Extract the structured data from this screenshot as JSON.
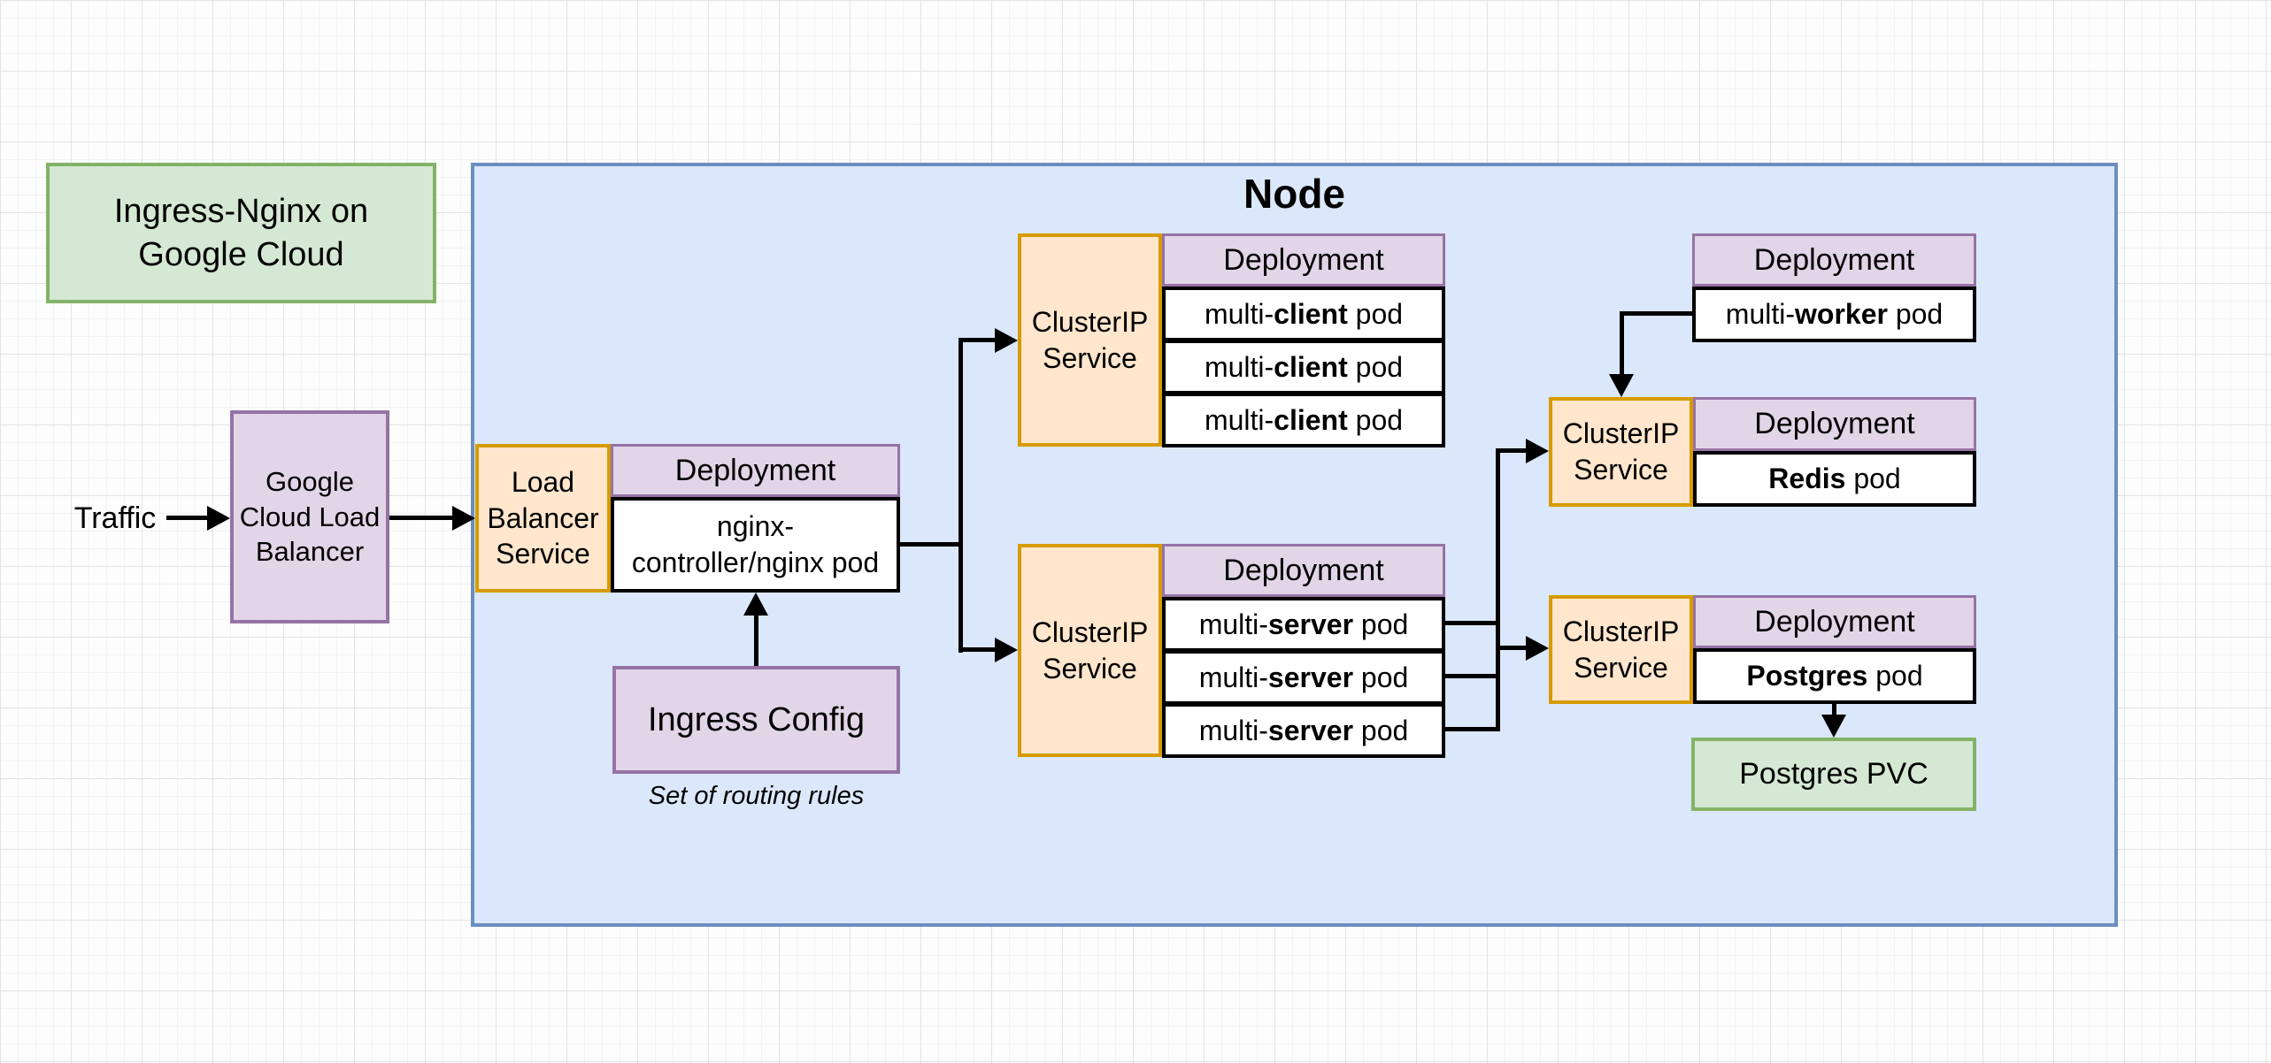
{
  "colors": {
    "node_fill": "#dbe8fb",
    "node_border": "#6c8ebf",
    "green_fill": "#d5e8d4",
    "green_border": "#82b366",
    "purple_fill": "#e1d5e7",
    "purple_border": "#9673a6",
    "orange_fill": "#ffe6cc",
    "orange_border": "#d79b00",
    "pod_fill": "#ffffff",
    "pod_border": "#000000",
    "edge": "#000000"
  },
  "title_box": {
    "lines": [
      "Ingress-Nginx on",
      "Google Cloud"
    ]
  },
  "node": {
    "label": "Node"
  },
  "external": {
    "traffic_label": "Traffic",
    "gclb_lines": [
      "Google",
      "Cloud Load",
      "Balancer"
    ]
  },
  "groups": {
    "nginx": {
      "service_lines": [
        "Load",
        "Balancer",
        "Service"
      ],
      "deployment_header": "Deployment",
      "pod_lines": [
        "nginx-",
        "controller/nginx pod"
      ]
    },
    "ingress": {
      "label": "Ingress Config",
      "note": "Set of routing rules"
    },
    "client": {
      "service_lines": [
        "ClusterIP",
        "Service"
      ],
      "deployment_header": "Deployment",
      "pods": [
        {
          "pre": "multi-",
          "bold": "client",
          "post": " pod"
        },
        {
          "pre": "multi-",
          "bold": "client",
          "post": " pod"
        },
        {
          "pre": "multi-",
          "bold": "client",
          "post": " pod"
        }
      ]
    },
    "server": {
      "service_lines": [
        "ClusterIP",
        "Service"
      ],
      "deployment_header": "Deployment",
      "pods": [
        {
          "pre": "multi-",
          "bold": "server",
          "post": " pod"
        },
        {
          "pre": "multi-",
          "bold": "server",
          "post": " pod"
        },
        {
          "pre": "multi-",
          "bold": "server",
          "post": " pod"
        }
      ]
    },
    "worker": {
      "deployment_header": "Deployment",
      "pod": {
        "pre": "multi-",
        "bold": "worker",
        "post": " pod"
      }
    },
    "redis": {
      "service_lines": [
        "ClusterIP",
        "Service"
      ],
      "deployment_header": "Deployment",
      "pod": {
        "pre": "",
        "bold": "Redis",
        "post": " pod"
      }
    },
    "postgres": {
      "service_lines": [
        "ClusterIP",
        "Service"
      ],
      "deployment_header": "Deployment",
      "pod": {
        "pre": "",
        "bold": "Postgres",
        "post": " pod"
      },
      "pvc_label": "Postgres PVC"
    }
  }
}
